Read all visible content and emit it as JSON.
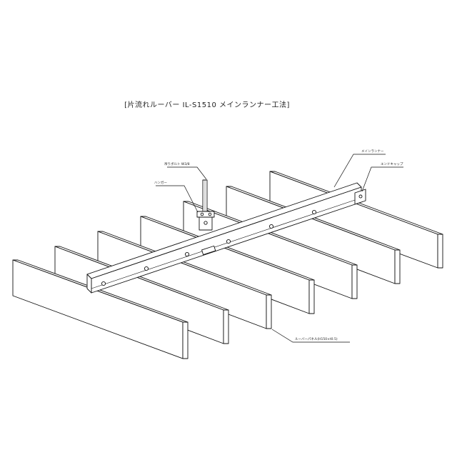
{
  "title": "[片流れルーバー IL-S1510 メインランナー工法]",
  "labels": {
    "main_runner": "メインランナー",
    "hanger_bolt": "吊りボルト W3/8",
    "hanger": "ハンガー",
    "end_cap": "エンドキャップ",
    "louver_panel": "ルーバーパネル(H150×t0.5)"
  }
}
